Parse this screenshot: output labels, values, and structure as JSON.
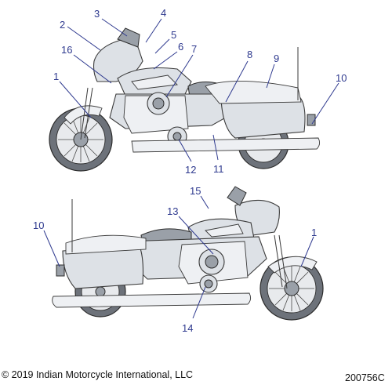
{
  "copyright": "© 2019 Indian Motorcycle International, LLC",
  "figure_code": "200756C",
  "top_view_callouts": [
    "1",
    "2",
    "3",
    "4",
    "5",
    "6",
    "7",
    "8",
    "9",
    "10",
    "11",
    "12",
    "16"
  ],
  "bottom_view_callouts": [
    "1",
    "10",
    "13",
    "14",
    "15"
  ],
  "colors": {
    "callout": "#2f3a8f",
    "outline": "#3a3a3a",
    "fill": "#dde1e6"
  }
}
